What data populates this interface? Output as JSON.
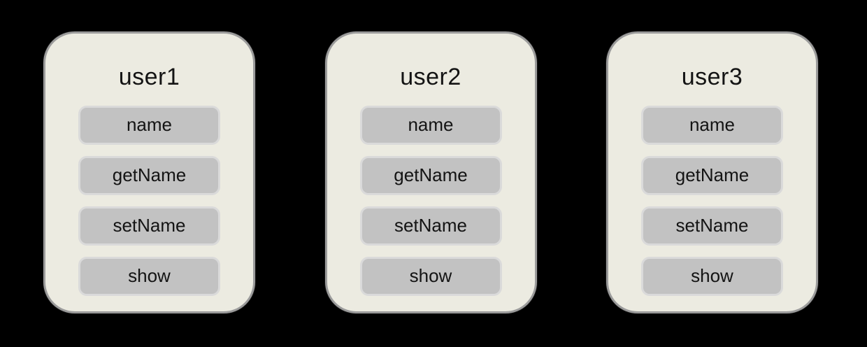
{
  "diagram": {
    "cards": [
      {
        "title": "user1",
        "items": [
          "name",
          "getName",
          "setName",
          "show"
        ]
      },
      {
        "title": "user2",
        "items": [
          "name",
          "getName",
          "setName",
          "show"
        ]
      },
      {
        "title": "user3",
        "items": [
          "name",
          "getName",
          "setName",
          "show"
        ]
      }
    ]
  },
  "colors": {
    "background": "#000000",
    "card_fill": "#ecebe1",
    "card_border": "#9b9b9b",
    "pill_fill": "#c2c2c2",
    "pill_border": "#dadada",
    "text": "#141414"
  }
}
